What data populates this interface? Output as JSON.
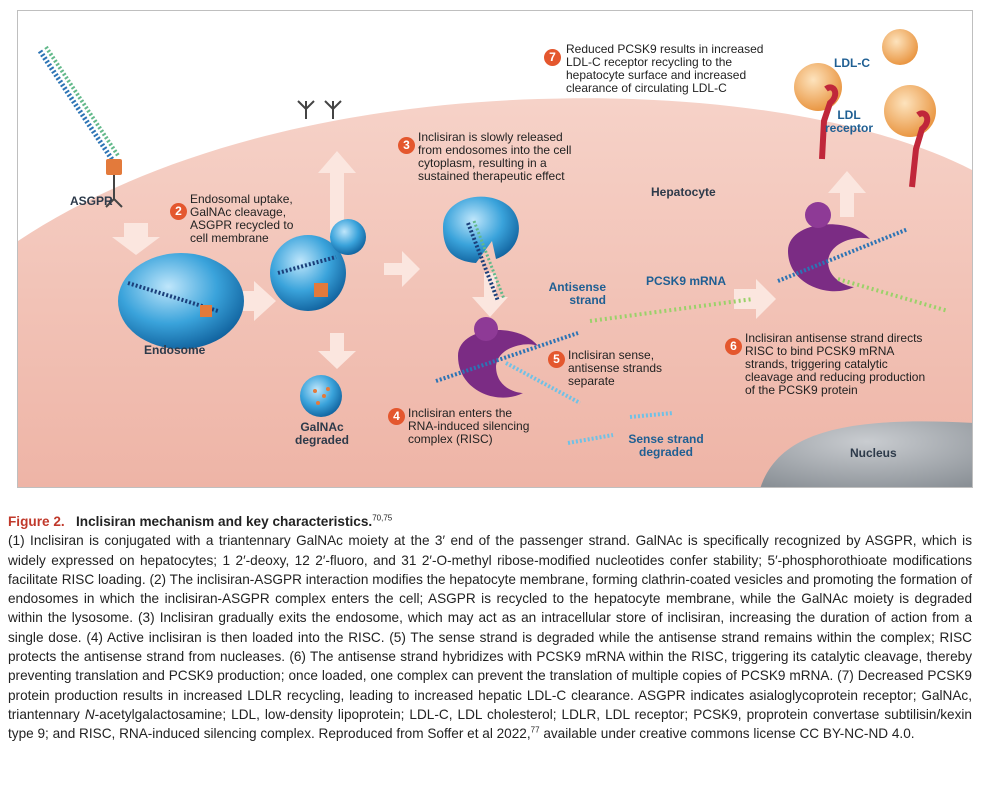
{
  "diagram": {
    "labels": {
      "asgpr": "ASGPR",
      "endosome": "Endosome",
      "galnac_degraded": [
        "GalNAc",
        "degraded"
      ],
      "hepatocyte": "Hepatocyte",
      "antisense_strand": [
        "Antisense",
        "strand"
      ],
      "pcsk9_mrna": "PCSK9 mRNA",
      "sense_degraded": [
        "Sense strand",
        "degraded"
      ],
      "nucleus": "Nucleus",
      "ldl_c": "LDL-C",
      "ldl_receptor": [
        "LDL",
        "receptor"
      ]
    },
    "steps": [
      {
        "num": "2",
        "lines": [
          "Endosomal uptake,",
          "GalNAc cleavage,",
          "ASGPR recycled to",
          "cell membrane"
        ]
      },
      {
        "num": "3",
        "lines": [
          "Inclisiran is slowly released",
          "from endosomes into the cell",
          "cytoplasm, resulting in a",
          "sustained therapeutic effect"
        ]
      },
      {
        "num": "4",
        "lines": [
          "Inclisiran enters the",
          "RNA-induced silencing",
          "complex (RISC)"
        ]
      },
      {
        "num": "5",
        "lines": [
          "Inclisiran sense,",
          "antisense strands",
          "separate"
        ]
      },
      {
        "num": "6",
        "lines": [
          "Inclisiran antisense strand directs",
          "RISC to bind PCSK9 mRNA",
          "strands, triggering catalytic",
          "cleavage and reducing production",
          "of the PCSK9 protein"
        ]
      },
      {
        "num": "7",
        "lines": [
          "Reduced PCSK9 results in increased",
          "LDL-C receptor recycling to the",
          "hepatocyte surface and increased",
          "clearance of circulating LDL-C"
        ]
      }
    ],
    "colors": {
      "cell": "#f1c1b6",
      "endosome": "#1e88c9",
      "risc": "#7b2c84",
      "ldl": "#f2a94a",
      "receptor": "#c0273a",
      "step_badge": "#e4572e",
      "nucleus": "#9aa0a6"
    }
  },
  "caption": {
    "figure_label": "Figure 2.",
    "title": "Inclisiran mechanism and key characteristics.",
    "title_refs": "70,75",
    "body_1": "(1) Inclisiran is conjugated with a triantennary GalNAc moiety at the 3′ end of the passenger strand. GalNAc is specifically recognized by ASGPR, which is widely expressed on hepatocytes; 1 2′-deoxy, 12 2′-fluoro, and 31 2′-O-methyl ribose-modified nucleotides confer stability; 5′-phosphorothioate modifications facilitate RISC loading. (2) The inclisiran-ASGPR interaction modifies the hepatocyte membrane, forming clathrin-coated vesicles and promoting the formation of endosomes in which the inclisiran-ASGPR complex enters the cell; ASGPR is recycled to the hepatocyte membrane, while the GalNAc moiety is degraded within the lysosome. (3) Inclisiran gradually exits the endosome, which may act as an intracellular store of inclisiran, increasing the duration of action from a single dose. (4) Active inclisiran is then loaded into the RISC. (5) The sense strand is degraded while the antisense strand remains within the complex; RISC protects the antisense strand from nucleases. (6) The antisense strand hybridizes with PCSK9 mRNA within the RISC, triggering its catalytic cleavage, thereby preventing translation and PCSK9 production; once loaded, one complex can prevent the translation of multiple copies of PCSK9 mRNA. (7) Decreased PCSK9 protein production results in increased LDLR recycling, leading to increased hepatic LDL-C clearance. ASGPR indicates asialoglycoprotein receptor; GalNAc, triantennary ",
    "body_italic": "N",
    "body_2": "-acetylgalactosamine; LDL, low-density lipoprotein; LDL-C, LDL cholesterol; LDLR, LDL receptor; PCSK9, proprotein convertase subtilisin/kexin type 9; and RISC, RNA-induced silencing complex. Reproduced from Soffer et al 2022,",
    "body_ref": "77",
    "body_3": " available under creative commons license CC BY-NC-ND 4.0."
  }
}
